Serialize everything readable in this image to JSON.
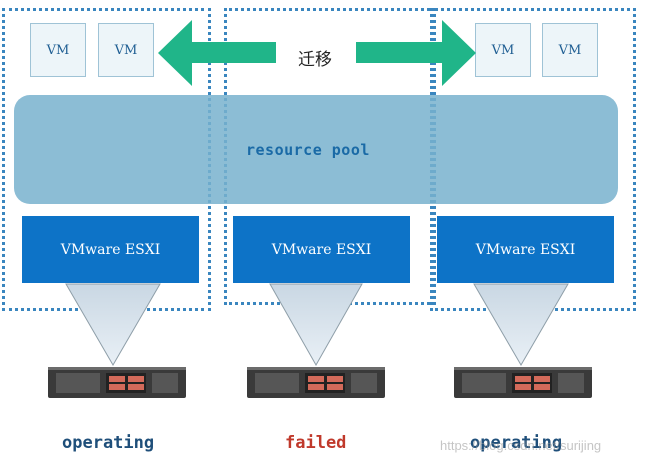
{
  "diagram": {
    "migration_label": "迁移",
    "resource_pool_label": "resource pool",
    "vm_label": "VM",
    "hosts": [
      {
        "hypervisor": "VMware ESXI",
        "status": "operating",
        "status_color": "#1f4f7a"
      },
      {
        "hypervisor": "VMware ESXI",
        "status": "failed",
        "status_color": "#c0392b"
      },
      {
        "hypervisor": "VMware ESXI",
        "status": "operating",
        "status_color": "#1f4f7a"
      }
    ],
    "colors": {
      "arrow": "#20b589",
      "esxi": "#0d73c7",
      "pool": "#78b2ce",
      "dotted_border": "#3a86bf"
    }
  },
  "watermark": "https://blog.csdn.net/surijing"
}
